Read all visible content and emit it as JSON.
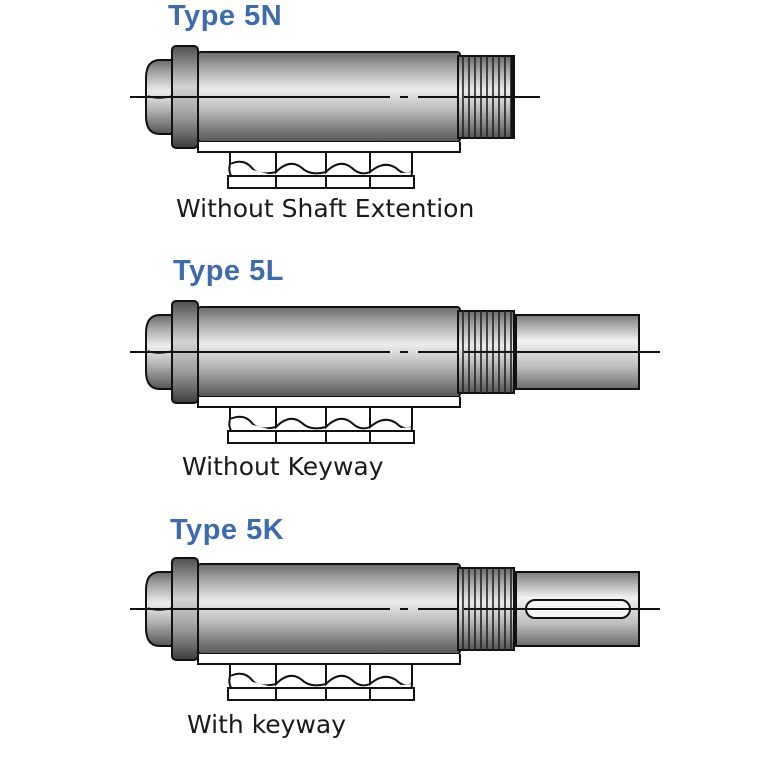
{
  "sections": [
    {
      "title": "Type 5N",
      "caption": "Without Shaft Extention",
      "variant": "none"
    },
    {
      "title": "Type 5L",
      "caption": "Without Keyway",
      "variant": "plain"
    },
    {
      "title": "Type 5K",
      "caption": "With keyway",
      "variant": "keyway"
    }
  ],
  "colors": {
    "title": "#3c6bb0",
    "caption": "#1a1a1a",
    "outline": "#111111",
    "metal_dark": "#5c5c5c",
    "metal_light": "#e8e8e8"
  }
}
